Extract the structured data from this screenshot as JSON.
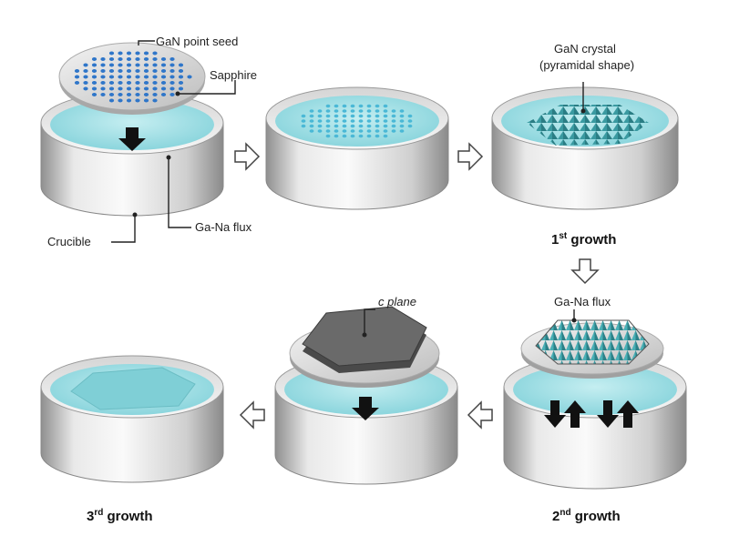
{
  "labels": {
    "gan_point_seed": "GaN point seed",
    "sapphire": "Sapphire",
    "crucible": "Crucible",
    "ga_na_flux": "Ga-Na flux",
    "gan_crystal_line1": "GaN crystal",
    "gan_crystal_line2": "(pyramidal shape)",
    "c_plane": "c plane",
    "ga_na_flux_2": "Ga-Na flux"
  },
  "steps": {
    "first": {
      "num": "1",
      "sup": "st",
      "word": " growth"
    },
    "second": {
      "num": "2",
      "sup": "nd",
      "word": " growth"
    },
    "third": {
      "num": "3",
      "sup": "rd",
      "word": " growth"
    }
  },
  "colors": {
    "liquid": "#a7e1e6",
    "liquid_dark": "#7fcfd8",
    "seed_dot": "#2f76c9",
    "crucible_light": "#f4f4f4",
    "crucible_dark": "#9a9a9a",
    "crystal_dark": "#5d5d5d",
    "pyramid": "#2f8d95"
  }
}
